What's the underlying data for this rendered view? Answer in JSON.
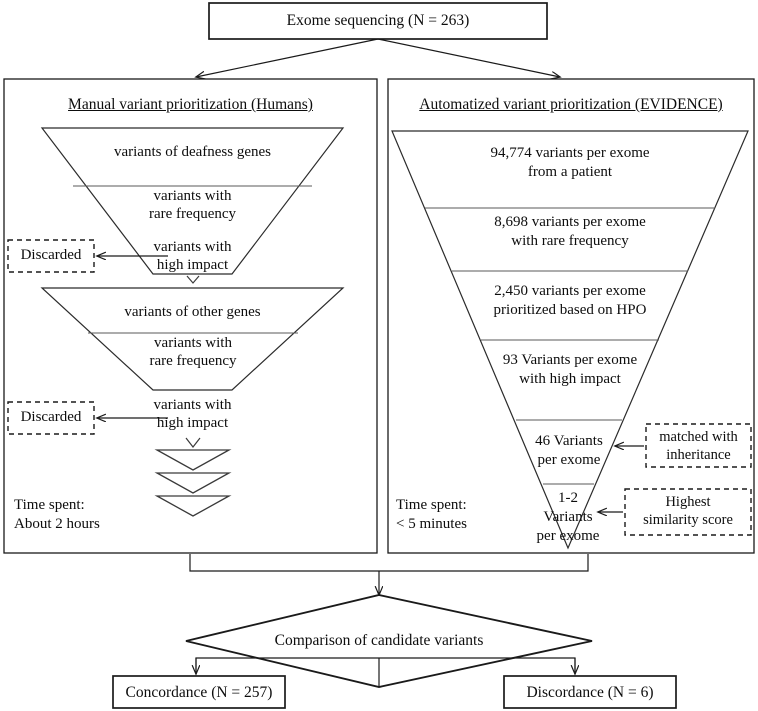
{
  "figure": {
    "type": "flowchart",
    "title_box": {
      "label": "Exome sequencing (N = 263)"
    },
    "panels": [
      {
        "id": "manual",
        "heading": "Manual variant prioritization (Humans)",
        "funnels": [
          {
            "bands": [
              {
                "lines": [
                  "variants of deafness genes"
                ]
              },
              {
                "lines": [
                  "variants with",
                  "rare frequency"
                ]
              },
              {
                "lines": [
                  "variants with",
                  "high impact"
                ]
              }
            ],
            "discard_label": "Discarded"
          },
          {
            "bands": [
              {
                "lines": [
                  "variants of other genes"
                ]
              },
              {
                "lines": [
                  "variants with",
                  "rare frequency"
                ]
              },
              {
                "lines": [
                  "variants with",
                  "high impact"
                ]
              }
            ],
            "discard_label": "Discarded"
          }
        ],
        "chevron_count": 3,
        "time_spent": {
          "line1": "Time spent:",
          "line2": "About 2 hours"
        }
      },
      {
        "id": "automated",
        "heading": "Automatized variant prioritization (EVIDENCE)",
        "funnel_bands": [
          {
            "lines": [
              "94,774 variants per exome",
              "from a patient"
            ],
            "count": 94774
          },
          {
            "lines": [
              "8,698 variants per exome",
              "with rare frequency"
            ],
            "count": 8698
          },
          {
            "lines": [
              "2,450 variants per exome",
              "prioritized based on HPO"
            ],
            "count": 2450
          },
          {
            "lines": [
              "93 Variants per exome",
              "with high impact"
            ],
            "count": 93
          },
          {
            "lines": [
              "46 Variants",
              "per exome"
            ],
            "count": 46
          },
          {
            "lines": [
              "1-2",
              "Variants",
              "per exome"
            ],
            "count": "1-2"
          }
        ],
        "annotations": [
          {
            "lines": [
              "matched with",
              "inheritance"
            ]
          },
          {
            "lines": [
              "Highest",
              "similarity score"
            ]
          }
        ],
        "time_spent": {
          "line1": "Time spent:",
          "line2": "< 5 minutes"
        }
      }
    ],
    "decision": {
      "label": "Comparison of candidate variants"
    },
    "outcomes": [
      {
        "label": "Concordance (N = 257)",
        "n": 257
      },
      {
        "label": "Discordance (N = 6)",
        "n": 6
      }
    ],
    "colors": {
      "stroke": "#1a1a1a",
      "text": "#0d0d0d",
      "background": "#ffffff"
    }
  }
}
